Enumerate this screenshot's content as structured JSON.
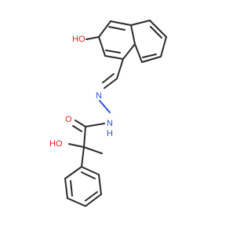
{
  "structure": {
    "colors": {
      "bond": "#2b2b2b",
      "oxygen": "#e02020",
      "nitrogen": "#2f4fd6",
      "background": "#ffffff"
    },
    "atom_labels": {
      "naphthol_oh": "HO",
      "imine_n": "N",
      "hydrazide_nh": "N",
      "hydrazide_h": "H",
      "carbonyl_o": "O",
      "alpha_oh": "HO"
    }
  }
}
